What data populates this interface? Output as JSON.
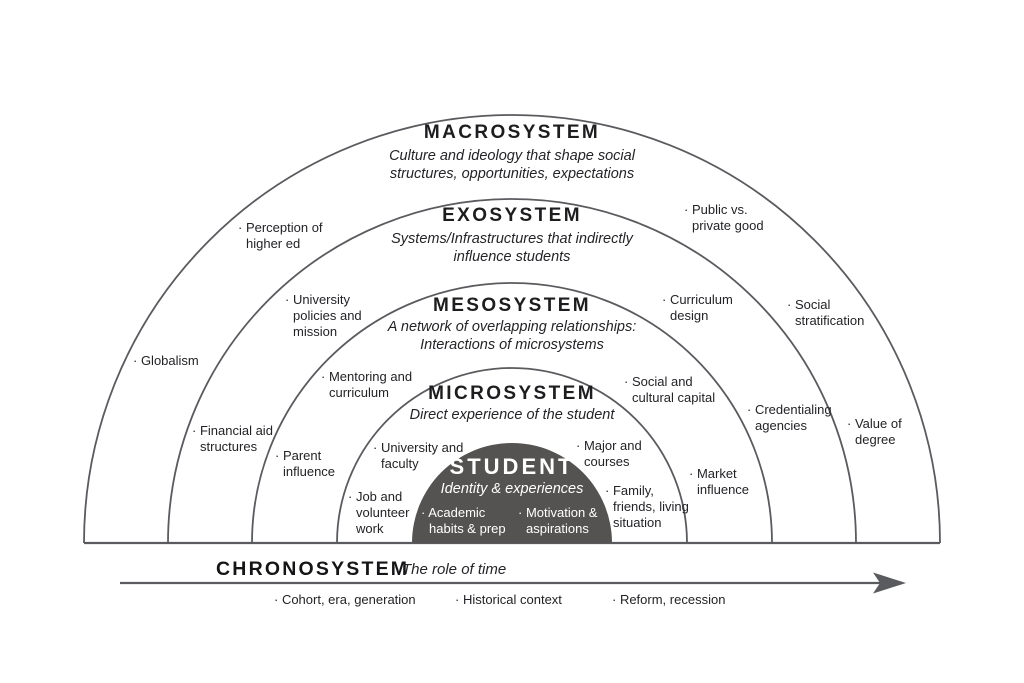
{
  "colors": {
    "line": "#5a5b5e",
    "student_fill": "#555351",
    "text": "#232327",
    "student_text": "#ffffff"
  },
  "rings": [
    {
      "title": "MACROSYSTEM",
      "subtitle": "Culture and ideology that shape social\nstructures, opportunities, expectations"
    },
    {
      "title": "EXOSYSTEM",
      "subtitle": "Systems/Infrastructures that indirectly\ninfluence students"
    },
    {
      "title": "MESOSYSTEM",
      "subtitle": "A network of overlapping relationships:\nInteractions of microsystems"
    },
    {
      "title": "MICROSYSTEM",
      "subtitle": "Direct experience of the student"
    },
    {
      "title": "STUDENT",
      "subtitle": "Identity & experiences"
    }
  ],
  "student_factors": [
    {
      "text": "· Academic\nhabits & prep"
    },
    {
      "text": "· Motivation &\naspirations"
    }
  ],
  "labels": [
    {
      "text": "· Globalism"
    },
    {
      "text": "· Perception of\nhigher ed"
    },
    {
      "text": "· Financial aid\nstructures"
    },
    {
      "text": "· University\npolicies and\nmission"
    },
    {
      "text": "· Parent\ninfluence"
    },
    {
      "text": "· Mentoring and\ncurriculum"
    },
    {
      "text": "· University and\nfaculty"
    },
    {
      "text": "· Job and\nvolunteer\nwork"
    },
    {
      "text": "· Major and\ncourses"
    },
    {
      "text": "· Family,\nfriends, living\nsituation"
    },
    {
      "text": "· Social and\ncultural capital"
    },
    {
      "text": "· Market\ninfluence"
    },
    {
      "text": "· Curriculum\ndesign"
    },
    {
      "text": "· Public vs.\nprivate good"
    },
    {
      "text": "· Social\nstratification"
    },
    {
      "text": "· Credentialing\nagencies"
    },
    {
      "text": "· Value of\ndegree"
    }
  ],
  "chronosystem": {
    "title": "CHRONOSYSTEM",
    "subtitle": "The role of time",
    "items": [
      {
        "text": "· Cohort, era, generation"
      },
      {
        "text": "· Historical context"
      },
      {
        "text": "· Reform, recession"
      }
    ]
  }
}
